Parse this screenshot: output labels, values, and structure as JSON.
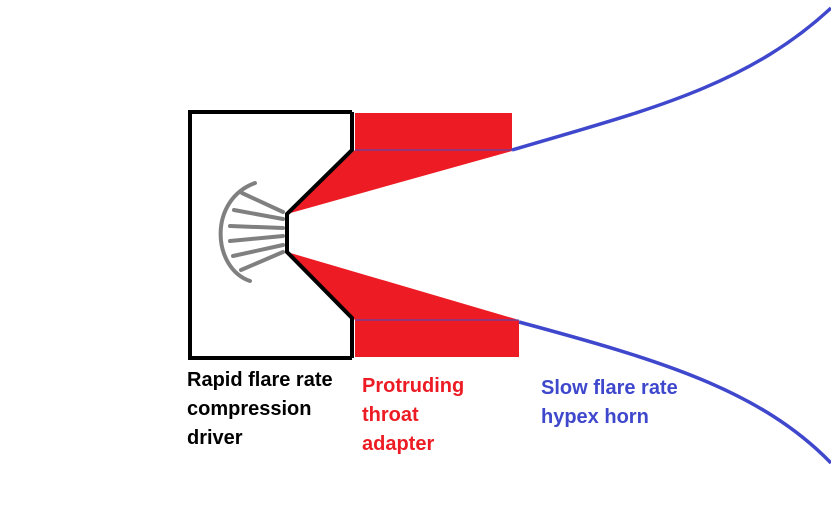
{
  "labels": {
    "driver": [
      "Rapid flare rate",
      "compression",
      "driver"
    ],
    "adapter": [
      "Protruding",
      "throat",
      "adapter"
    ],
    "horn": [
      "Slow flare rate",
      "hypex horn"
    ]
  },
  "colors": {
    "driver": "#000000",
    "adapter": "#ed1c24",
    "horn": "#3f48cc",
    "diaphragm": "#808080"
  }
}
